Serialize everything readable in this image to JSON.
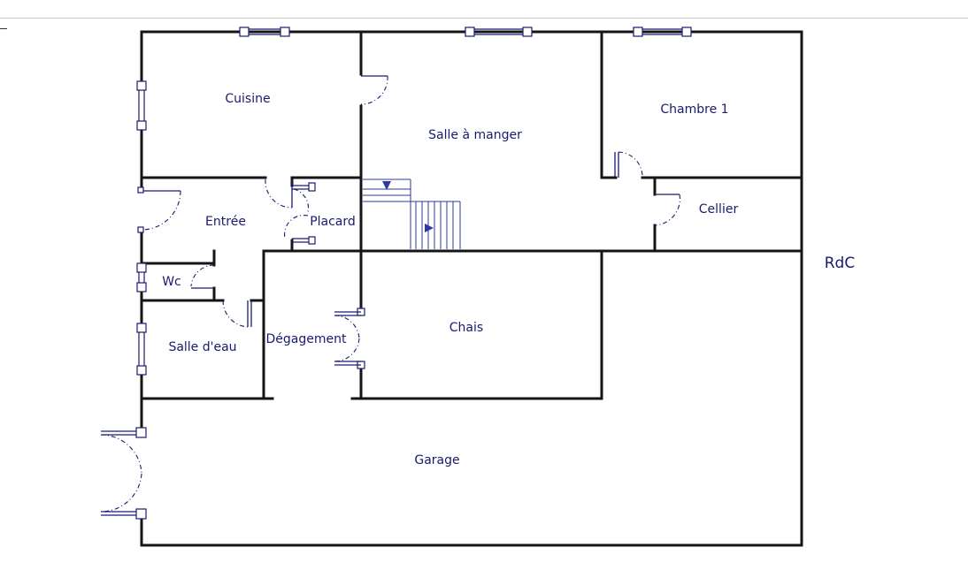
{
  "plan": {
    "level_label": "RdC",
    "rooms": {
      "cuisine": "Cuisine",
      "salle_a_manger": "Salle à manger",
      "chambre_1": "Chambre 1",
      "entree": "Entrée",
      "placard": "Placard",
      "cellier": "Cellier",
      "wc": "Wc",
      "salle_d_eau": "Salle d'eau",
      "degagement": "Dégagement",
      "chais": "Chais",
      "garage": "Garage"
    }
  },
  "colors": {
    "walls": "#151515",
    "symbols": "#1a1a70",
    "stairs": "#2b3a9c"
  }
}
